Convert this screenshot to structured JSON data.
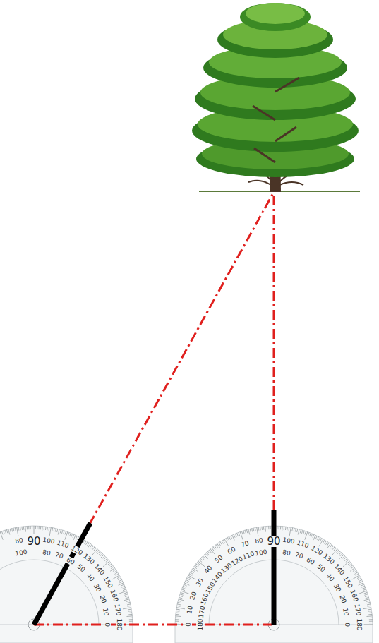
{
  "diagram": {
    "labels": [
      "80",
      "90",
      "100",
      "110",
      "120",
      "130",
      "140",
      "150",
      "160",
      "170",
      "180",
      "100",
      "80",
      "70",
      "60",
      "50",
      "40",
      "30",
      "20",
      "10",
      "0",
      "0",
      "10",
      "20",
      "30",
      "40",
      "50",
      "60",
      "70",
      "80",
      "90",
      "100",
      "110",
      "120",
      "130",
      "140",
      "150",
      "160",
      "170",
      "180",
      "180",
      "170",
      "160",
      "150",
      "140",
      "130",
      "120",
      "110",
      "100",
      "80",
      "70",
      "60",
      "50",
      "40",
      "30",
      "20",
      "10",
      "0"
    ]
  }
}
